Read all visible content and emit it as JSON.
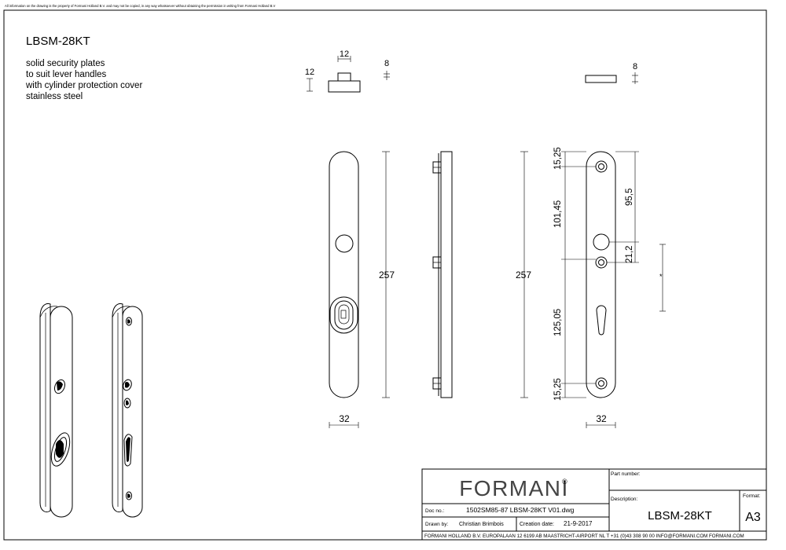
{
  "notice": "All information on the drawing is the property of Formani Holland B.V. and may not be copied, in any way whatsoever without obtaining the permission in writing from Formani Holland B.V",
  "header": {
    "product_code": "LBSM-28KT",
    "description_lines": [
      "solid security plates",
      "to suit lever handles",
      "with cylinder protection cover",
      "stainless steel"
    ]
  },
  "dimensions": {
    "top_knob_width": "12",
    "top_knob_height": "12",
    "top_thickness": "8",
    "top_right_thickness": "8",
    "front_height": "257",
    "side_height": "257",
    "front_width": "32",
    "back_width": "32",
    "hole_top_margin": "15,25",
    "hole_bottom_margin": "15,25",
    "to_handle": "101,45",
    "to_cylinder": "125,05",
    "to_handle_right": "95,5",
    "handle_spacing": "21,2",
    "asterisk": "*"
  },
  "title_block": {
    "brand": "FORMANI",
    "brand_mark": "®",
    "part_number_label": "Part number:",
    "part_number_value": "",
    "description_label": "Description:",
    "description_value": "LBSM-28KT",
    "format_label": "Format:",
    "format_value": "A3",
    "doc_no_label": "Doc no.:",
    "doc_no_value": "1502SM85-87 LBSM-28KT V01.dwg",
    "drawn_by_label": "Drawn by:",
    "drawn_by_value": "Christian Brimbois",
    "creation_date_label": "Creation date:",
    "creation_date_value": "21-9-2017",
    "company_footer": "FORMANI HOLLAND B.V.  EUROPALAAN 12  6199 AB MAASTRICHT-AIRPORT NL  T +31 (0)43 308 90 00 INFO@FORMANI.COM FORMANI.COM"
  }
}
